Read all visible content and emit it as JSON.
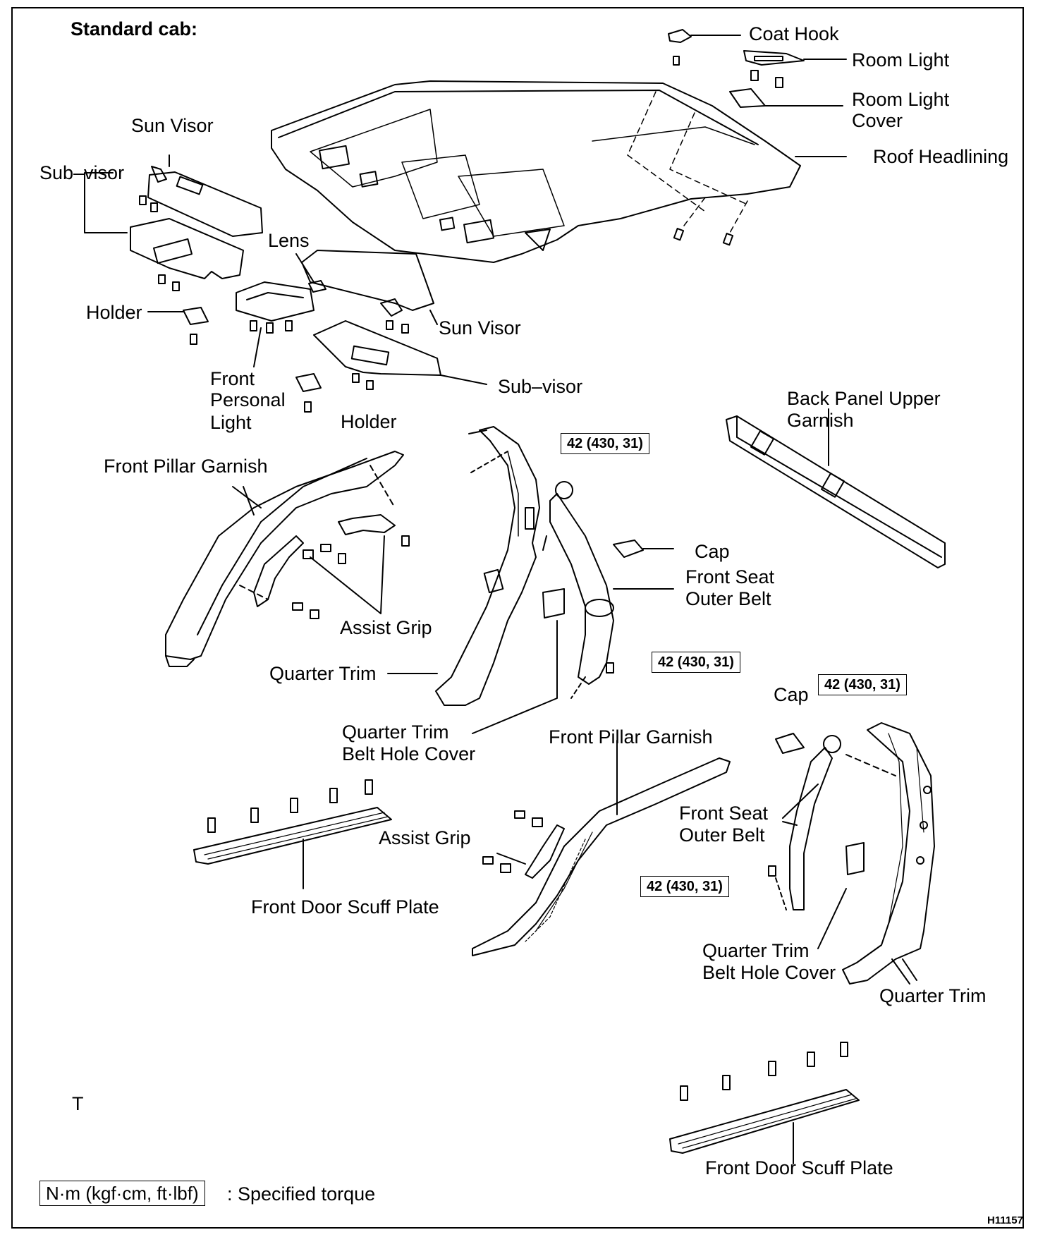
{
  "header": {
    "title": "Standard cab:"
  },
  "labels": {
    "coat_hook": "Coat Hook",
    "room_light": "Room Light",
    "room_light_cover_1": "Room Light",
    "room_light_cover_2": "Cover",
    "roof_headlining": "Roof Headlining",
    "sun_visor_left": "Sun Visor",
    "sub_visor_left": "Sub–visor",
    "lens": "Lens",
    "holder_left": "Holder",
    "sun_visor_right": "Sun Visor",
    "sub_visor_right": "Sub–visor",
    "front_personal_light_1": "Front",
    "front_personal_light_2": "Personal",
    "front_personal_light_3": "Light",
    "holder_right": "Holder",
    "back_panel_upper_garnish_1": "Back Panel Upper",
    "back_panel_upper_garnish_2": "Garnish",
    "front_pillar_garnish_top": "Front Pillar Garnish",
    "cap_top": "Cap",
    "front_seat_outer_belt_top_1": "Front Seat",
    "front_seat_outer_belt_top_2": "Outer Belt",
    "assist_grip_top": "Assist Grip",
    "quarter_trim_top": "Quarter Trim",
    "quarter_trim_belt_hole_cover_top_1": "Quarter Trim",
    "quarter_trim_belt_hole_cover_top_2": "Belt Hole Cover",
    "front_pillar_garnish_bottom": "Front Pillar Garnish",
    "cap_bottom": "Cap",
    "front_seat_outer_belt_bottom_1": "Front Seat",
    "front_seat_outer_belt_bottom_2": "Outer Belt",
    "assist_grip_bottom": "Assist Grip",
    "front_door_scuff_plate_left": "Front Door Scuff Plate",
    "quarter_trim_belt_hole_cover_bottom_1": "Quarter Trim",
    "quarter_trim_belt_hole_cover_bottom_2": "Belt Hole Cover",
    "quarter_trim_bottom": "Quarter Trim",
    "front_door_scuff_plate_right": "Front Door Scuff Plate",
    "t_mark": "T"
  },
  "torque": {
    "value_1": "42 (430, 31)",
    "value_2": "42 (430, 31)",
    "value_3": "42 (430, 31)",
    "value_4": "42 (430, 31)"
  },
  "legend": {
    "unit": "N·m (kgf·cm, ft·lbf)",
    "text": ": Specified torque"
  },
  "figure_code": "H11157"
}
